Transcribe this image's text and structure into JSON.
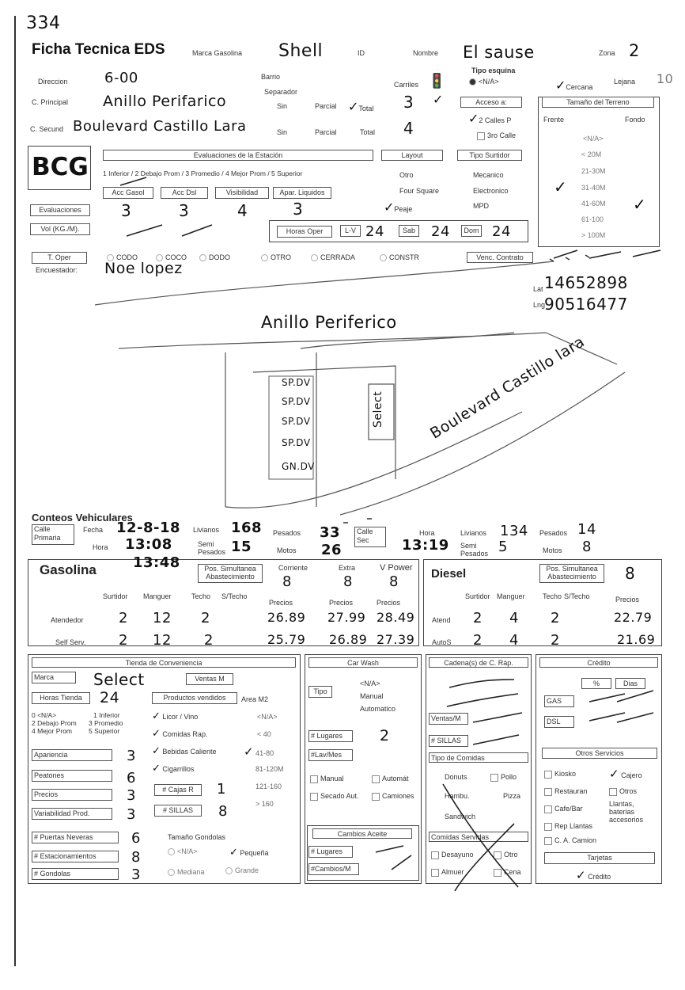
{
  "page_number": "334",
  "title": "Ficha Tecnica EDS",
  "header": {
    "marca_label": "Marca Gasolina",
    "marca_val": "Shell",
    "id_label": "ID",
    "nombre_label": "Nombre",
    "nombre_val": "El sause",
    "zona_label": "Zona",
    "zona_val": "2",
    "direccion_label": "Direccion",
    "direccion_val": "6-00",
    "barrio_label": "Barrio",
    "separador_label": "Separador",
    "carriles_label": "Carriles",
    "tipo_esquina_label": "Tipo esquina",
    "na": "<N/A>",
    "cercana": "Cercana",
    "lejana": "Lejana",
    "lejana_mark": "10",
    "cprincipal_label": "C. Principal",
    "cprincipal_val": "Anillo Perifarico",
    "csecund_label": "C. Secund",
    "csecund_val": "Boulevard Castillo Lara",
    "sin": "Sin",
    "parcial": "Parcial",
    "total": "Total",
    "carriles_1": "3",
    "carriles_2": "4",
    "acceso_label": "Acceso a:",
    "dos_calles": "2 Calles P",
    "tres_calle": "3ro Calle",
    "tamano_label": "Tamaño del Terreno",
    "frente": "Frente",
    "fondo": "Fondo",
    "tamano_opts": [
      "<N/A>",
      "< 20M",
      "21-30M",
      "31-40M",
      "41-60M",
      "61-100",
      "> 100M"
    ]
  },
  "logo": "BCG",
  "evaluaciones": {
    "title": "Evaluaciones de la Estación",
    "scale": "1 Inferior / 2 Debajo Prom / 3 Promedio / 4 Mejor Prom / 5 Superior",
    "btns": [
      "Acc Gasol",
      "Acc Dsl",
      "Visibilidad",
      "Apar. Liquidos"
    ],
    "evaluaciones_btn": "Evaluaciones",
    "vol_btn": "Vol (KG./M).",
    "vals": [
      "3",
      "3",
      "4",
      "3"
    ],
    "layout_btn": "Layout",
    "layout_opts": [
      "Otro",
      "Four Square",
      "Peaje"
    ],
    "surtidor_btn": "Tipo Surtidor",
    "surtidor_opts": [
      "Mecanico",
      "Electronico",
      "MPD"
    ],
    "horas_oper": "Horas Oper",
    "lv": "L-V",
    "lv_val": "24",
    "sab": "Sab",
    "sab_val": "24",
    "dom": "Dom",
    "dom_val": "24"
  },
  "oper": {
    "btn": "T. Oper",
    "opts": [
      "CODO",
      "COCO",
      "DODO",
      "OTRO",
      "CERRADA",
      "CONSTR"
    ],
    "venc": "Venc. Contrato",
    "encuestador_label": "Encuestador:",
    "encuestador_val": "Noe lopez",
    "lat_label": "Lat",
    "lat_val": "14652898",
    "lng_label": "Lng",
    "lng_val": "90516477"
  },
  "sketch": {
    "anillo": "Anillo Periferico",
    "boulevard": "Boulevard Castillo lara",
    "select": "Select",
    "pumps": [
      "SP.DV",
      "SP.DV",
      "SP.DV",
      "SP.DV",
      "GN.DV"
    ]
  },
  "conteos": {
    "title": "Conteos Vehiculares",
    "calle_primaria": "Calle Primaria",
    "fecha_label": "Fecha",
    "fecha_val": "12-8-18",
    "hora_label": "Hora",
    "hora_val": "13:08",
    "livianos": "Livianos",
    "livianos_val": "168",
    "semi": "Semi Pesados",
    "semi_val": "15",
    "pesados": "Pesados",
    "pesados_val": "33",
    "motos": "Motos",
    "motos_val": "26",
    "calle_sec": "Calle Sec",
    "hora2_label": "Hora",
    "hora2_val": "13:19",
    "livianos2_val": "134",
    "semi2_val": "5",
    "pesados2_val": "14",
    "motos2_val": "8"
  },
  "gasolina": {
    "title": "Gasolina",
    "time": "13:48",
    "pos_sim": "Pos. Simultanea Abastecimiento",
    "corriente": "Corriente",
    "corriente_val": "8",
    "extra": "Extra",
    "extra_val": "8",
    "vpower": "V Power",
    "vpower_val": "8",
    "cols": [
      "Surtidor",
      "Manguer",
      "Techo",
      "S/Techo"
    ],
    "precios": "Precios",
    "atendedor": "Atendedor",
    "self": "Self Serv.",
    "row1": [
      "2",
      "12",
      "2"
    ],
    "row2": [
      "2",
      "12",
      "2"
    ],
    "precios1": [
      "26.89",
      "27.99",
      "28.49"
    ],
    "precios2": [
      "25.79",
      "26.89",
      "27.39"
    ]
  },
  "diesel": {
    "title": "Diesel",
    "pos_sim": "Pos. Simultanea Abastecimiento",
    "pos_val": "8",
    "cols": [
      "Surtidor",
      "Manguer",
      "Techo",
      "S/Techo",
      "Precios"
    ],
    "atend": "Atend",
    "autos": "AutoS",
    "row1": [
      "2",
      "4",
      "2"
    ],
    "row2": [
      "2",
      "4",
      "2"
    ],
    "precio1": "22.79",
    "precio2": "21.69"
  },
  "tienda": {
    "title": "Tienda de Conveniencia",
    "marca": "Marca",
    "marca_val": "Select",
    "ventas": "Ventas M",
    "horas": "Horas Tienda",
    "horas_val": "24",
    "productos": "Productos vendidos",
    "area": "Area M2",
    "scale": [
      "0 <N/A>",
      "1 Inferior",
      "2 Debajo Prom",
      "3 Promedio",
      "4 Mejor Prom",
      "5 Superior"
    ],
    "prod_items": [
      "Licor / Vino",
      "Comidas Rap.",
      "Bebidas Caliente",
      "Cigarrillos"
    ],
    "area_items": [
      "<N/A>",
      "< 40",
      "41-80",
      "81-120M",
      "121-160",
      "> 160"
    ],
    "evals": [
      {
        "k": "Apariencia",
        "v": "3"
      },
      {
        "k": "Peatones",
        "v": "6"
      },
      {
        "k": "Precios",
        "v": "3"
      },
      {
        "k": "Variabilidad Prod.",
        "v": "3"
      }
    ],
    "cajas": "# Cajas R",
    "cajas_val": "1",
    "sillas": "# SILLAS",
    "sillas_val": "8",
    "puertas": "# Puertas Neveras",
    "puertas_val": "6",
    "estac": "# Estacionamientos",
    "estac_val": "8",
    "gondolas": "# Gondolas",
    "gondolas_val": "3",
    "tam_gond": "Tamaño Gondolas",
    "gond_opts": [
      "<N/A>",
      "Pequeña",
      "Mediana",
      "Grande"
    ]
  },
  "carwash": {
    "title": "Car Wash",
    "tipo": "Tipo",
    "opts": [
      "<N/A>",
      "Manual",
      "Automatico"
    ],
    "lugares": "# Lugares",
    "lugares_val": "2",
    "lavmes": "#Lav/Mes",
    "checks": [
      "Manual",
      "Automát",
      "Secado Aut.",
      "Camiones"
    ],
    "cambios": "Cambios Aceite",
    "lugares2": "# Lugares",
    "cambios_m": "#Cambios/M"
  },
  "cadenas": {
    "title": "Cadena(s) de C. Ráp.",
    "ventas": "Ventas/M",
    "sillas": "# SILLAS",
    "tipo_comidas": "Tipo de Comidas",
    "comidas": [
      "Donuts",
      "Pollo",
      "Hambu.",
      "Pizza",
      "Sandwich"
    ],
    "servidas": "Comidas Servidas",
    "serv_items": [
      "Desayuno",
      "Otro",
      "Almuer",
      "Cena"
    ]
  },
  "credito": {
    "title": "Crédito",
    "pct": "%",
    "dias": "Dias",
    "gas": "GAS",
    "dsl": "DSL",
    "otros": "Otros Servicios",
    "otros_items": [
      "Kiosko",
      "Cajero",
      "Restauran",
      "Otros",
      "Cafe/Bar",
      "Llantas, baterias accesorios",
      "Rep Llantas",
      "C. A. Camion"
    ],
    "tarjetas": "Tarjetas",
    "credito": "Crédito"
  }
}
